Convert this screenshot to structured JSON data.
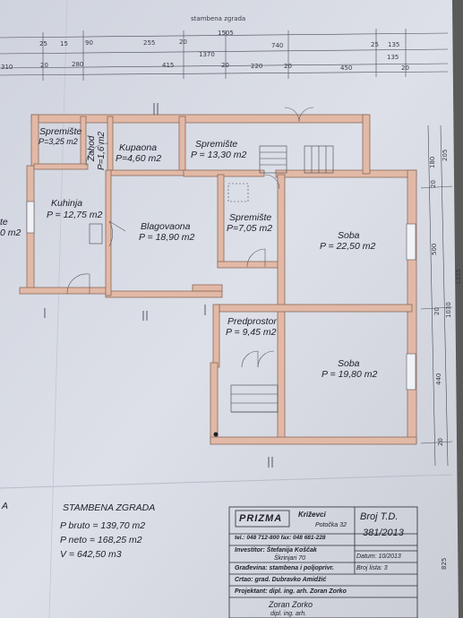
{
  "dimensions": {
    "top_faint": "stambena zgrada",
    "total_length": "1505",
    "d1": "1370",
    "row1": [
      "25",
      "15",
      "90",
      "255",
      "20",
      "740",
      "25",
      "135"
    ],
    "row2": [
      "310",
      "280",
      "20",
      "415",
      "20",
      "220",
      "20",
      "450",
      "20"
    ],
    "right_row1": "135",
    "right_v": [
      "180",
      "205",
      "20",
      "500",
      "1030",
      "20",
      "440",
      "20",
      "825",
      "1335"
    ]
  },
  "rooms": [
    {
      "name": "Spremište",
      "area": "P=3,25 m2"
    },
    {
      "name": "Zahod",
      "area": "P=1,6 m2"
    },
    {
      "name": "Kupaona",
      "area": "P=4,60 m2"
    },
    {
      "name": "Spremište",
      "area": "P = 13,30 m2"
    },
    {
      "name": "Kuhinja",
      "area": "P = 12,75 m2"
    },
    {
      "name": "Blagovaona",
      "area": "P = 18,90 m2"
    },
    {
      "name": "Spremište",
      "area": "P=7,05 m2"
    },
    {
      "name": "Soba",
      "area": "P = 22,50 m2"
    },
    {
      "name": "Predprostor",
      "area": "P = 9,45 m2"
    },
    {
      "name": "Soba",
      "area": "P = 19,80 m2"
    },
    {
      "name": "te",
      "area": "0 m2"
    }
  ],
  "summary": {
    "title": "STAMBENA ZGRADA",
    "p_bruto": "P bruto = 139,70 m2",
    "p_neto": "P neto = 168,25 m2",
    "volume": "V = 642,50 m3",
    "left_mark": "A"
  },
  "title_block": {
    "logo": "PRIZMA",
    "city": "Križevci",
    "street": "Potočka 32",
    "phone": "tel.: 048 712-800 fax: 048 681-228",
    "investor": "Investitor: Štefanija Koščak",
    "investor_addr": "Škrinjari 70",
    "date": "Datum: 10/2013",
    "building": "Građevina: stambena i poljoprivr.",
    "sheet_no": "Broj lista: 3",
    "drawn": "Crtao: grad. Dubravko Amidžić",
    "designer": "Projektant: dipl. ing. arh. Zoran Zorko",
    "sig_name": "Zoran Zorko",
    "sig_title": "dipl. ing. arh.",
    "td_label": "Broj T.D.",
    "td_number": "381/2013"
  },
  "colors": {
    "paper": "#d9dde6",
    "wall": "#e2b9a6",
    "wall_line": "#8a6a5c",
    "ink": "#1e1e28"
  }
}
